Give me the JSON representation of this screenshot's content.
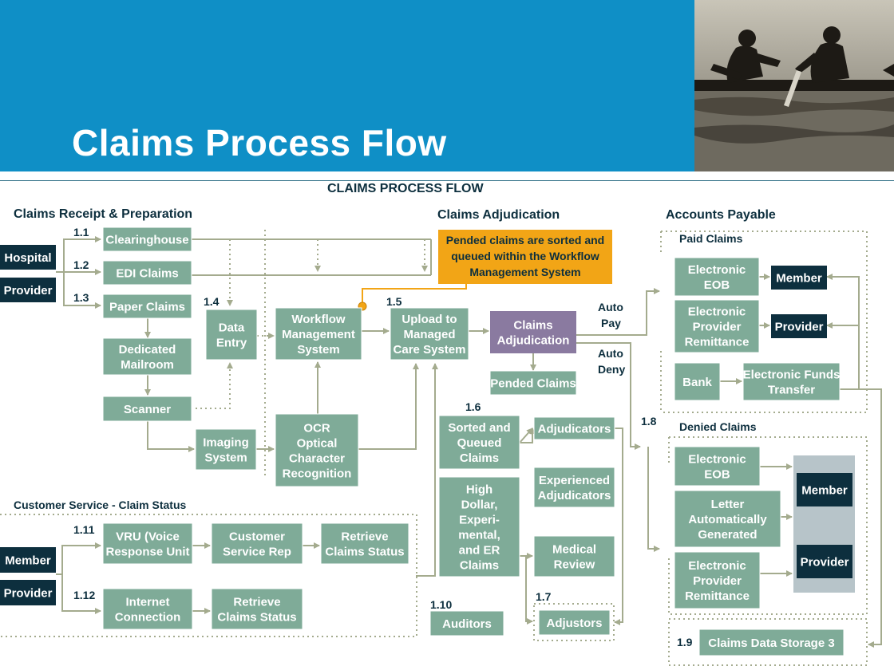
{
  "slide": {
    "title": "Claims Process Flow"
  },
  "diagram": {
    "heading": "CLAIMS PROCESS FLOW",
    "sections": {
      "receipt": "Claims Receipt & Preparation",
      "adjudication": "Claims Adjudication",
      "payable": "Accounts Payable",
      "paid": "Paid Claims",
      "denied": "Denied Claims",
      "customer_service": "Customer Service - Claim Status"
    },
    "steps": {
      "s1_1": "1.1",
      "s1_2": "1.2",
      "s1_3": "1.3",
      "s1_4": "1.4",
      "s1_5": "1.5",
      "s1_6": "1.6",
      "s1_7": "1.7",
      "s1_8": "1.8",
      "s1_9": "1.9",
      "s1_10": "1.10",
      "s1_11": "1.11",
      "s1_12": "1.12"
    },
    "boxes": {
      "hospital": [
        "Hospital"
      ],
      "provider_left": [
        "Provider"
      ],
      "clearinghouse": [
        "Clearinghouse"
      ],
      "edi_claims": [
        "EDI Claims"
      ],
      "paper_claims": [
        "Paper Claims"
      ],
      "dedicated_mailroom": [
        "Dedicated",
        "Mailroom"
      ],
      "scanner": [
        "Scanner"
      ],
      "data_entry": [
        "Data",
        "Entry"
      ],
      "imaging_system": [
        "Imaging",
        "System"
      ],
      "workflow_management": [
        "Workflow",
        "Management",
        "System"
      ],
      "ocr": [
        "OCR",
        "Optical",
        "Character",
        "Recognition"
      ],
      "upload_managed_care": [
        "Upload to",
        "Managed",
        "Care System"
      ],
      "claims_adjudication": [
        "Claims",
        "Adjudication"
      ],
      "pended_claims": [
        "Pended Claims"
      ],
      "sorted_queued": [
        "Sorted and",
        "Queued",
        "Claims"
      ],
      "high_dollar": [
        "High",
        "Dollar,",
        "Experi-",
        "mental,",
        "and ER",
        "Claims"
      ],
      "adjudicators": [
        "Adjudicators"
      ],
      "experienced_adjudicators": [
        "Experienced",
        "Adjudicators"
      ],
      "medical_review": [
        "Medical",
        "Review"
      ],
      "auditors": [
        "Auditors"
      ],
      "adjustors": [
        "Adjustors"
      ],
      "paid_electronic_eob": [
        "Electronic",
        "EOB"
      ],
      "paid_member": [
        "Member"
      ],
      "paid_provider_remittance": [
        "Electronic",
        "Provider",
        "Remittance"
      ],
      "paid_provider": [
        "Provider"
      ],
      "bank": [
        "Bank"
      ],
      "eft": [
        "Electronic Funds",
        "Transfer"
      ],
      "denied_electronic_eob": [
        "Electronic",
        "EOB"
      ],
      "letter_generated": [
        "Letter",
        "Automatically",
        "Generated"
      ],
      "denied_provider_remittance": [
        "Electronic",
        "Provider",
        "Remittance"
      ],
      "denied_member": [
        "Member"
      ],
      "denied_provider": [
        "Provider"
      ],
      "claims_storage": [
        "Claims Data Storage 3"
      ],
      "cs_member": [
        "Member"
      ],
      "cs_provider": [
        "Provider"
      ],
      "vru": [
        "VRU (Voice",
        "Response Unit"
      ],
      "customer_service_rep": [
        "Customer",
        "Service Rep"
      ],
      "retrieve_status_1": [
        "Retrieve",
        "Claims Status"
      ],
      "internet_connection": [
        "Internet",
        "Connection"
      ],
      "retrieve_status_2": [
        "Retrieve",
        "Claims Status"
      ]
    },
    "callout": [
      "Pended claims are sorted and",
      "queued within the Workflow",
      "Management System"
    ],
    "labels": {
      "auto_pay": [
        "Auto",
        "Pay"
      ],
      "auto_deny": [
        "Auto",
        "Deny"
      ]
    },
    "colors": {
      "header_blue": "#0f8fc6",
      "box_green": "#7fab98",
      "box_dark": "#0d2f3e",
      "box_purple": "#8a7aa0",
      "callout_orange": "#f2a516",
      "line": "#a4ab8e",
      "panel_gray": "#b7c4c9"
    }
  }
}
